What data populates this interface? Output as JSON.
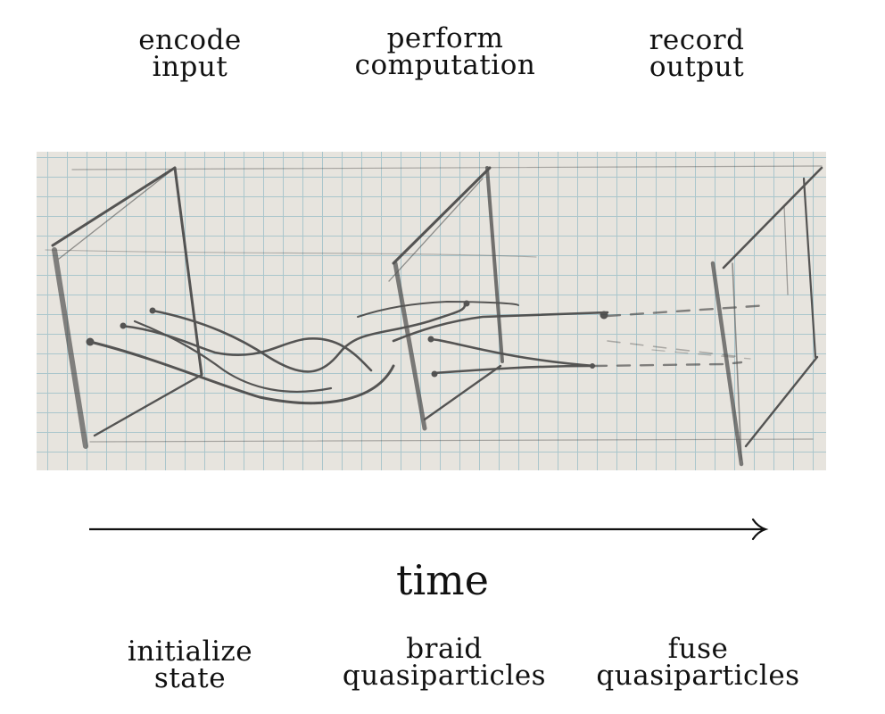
{
  "top_labels": {
    "encode": [
      "encode",
      "input"
    ],
    "perform": [
      "perform",
      "computation"
    ],
    "record": [
      "record",
      "output"
    ]
  },
  "bottom_labels": {
    "init": [
      "initialize",
      "state"
    ],
    "braid": [
      "braid",
      "quasiparticles"
    ],
    "fuse": [
      "fuse",
      "quasiparticles"
    ]
  },
  "axis": {
    "label": "time"
  },
  "colors": {
    "pencil": "#3a3a3a",
    "grid": "#aac6cc",
    "paper": "#e7e4de"
  }
}
